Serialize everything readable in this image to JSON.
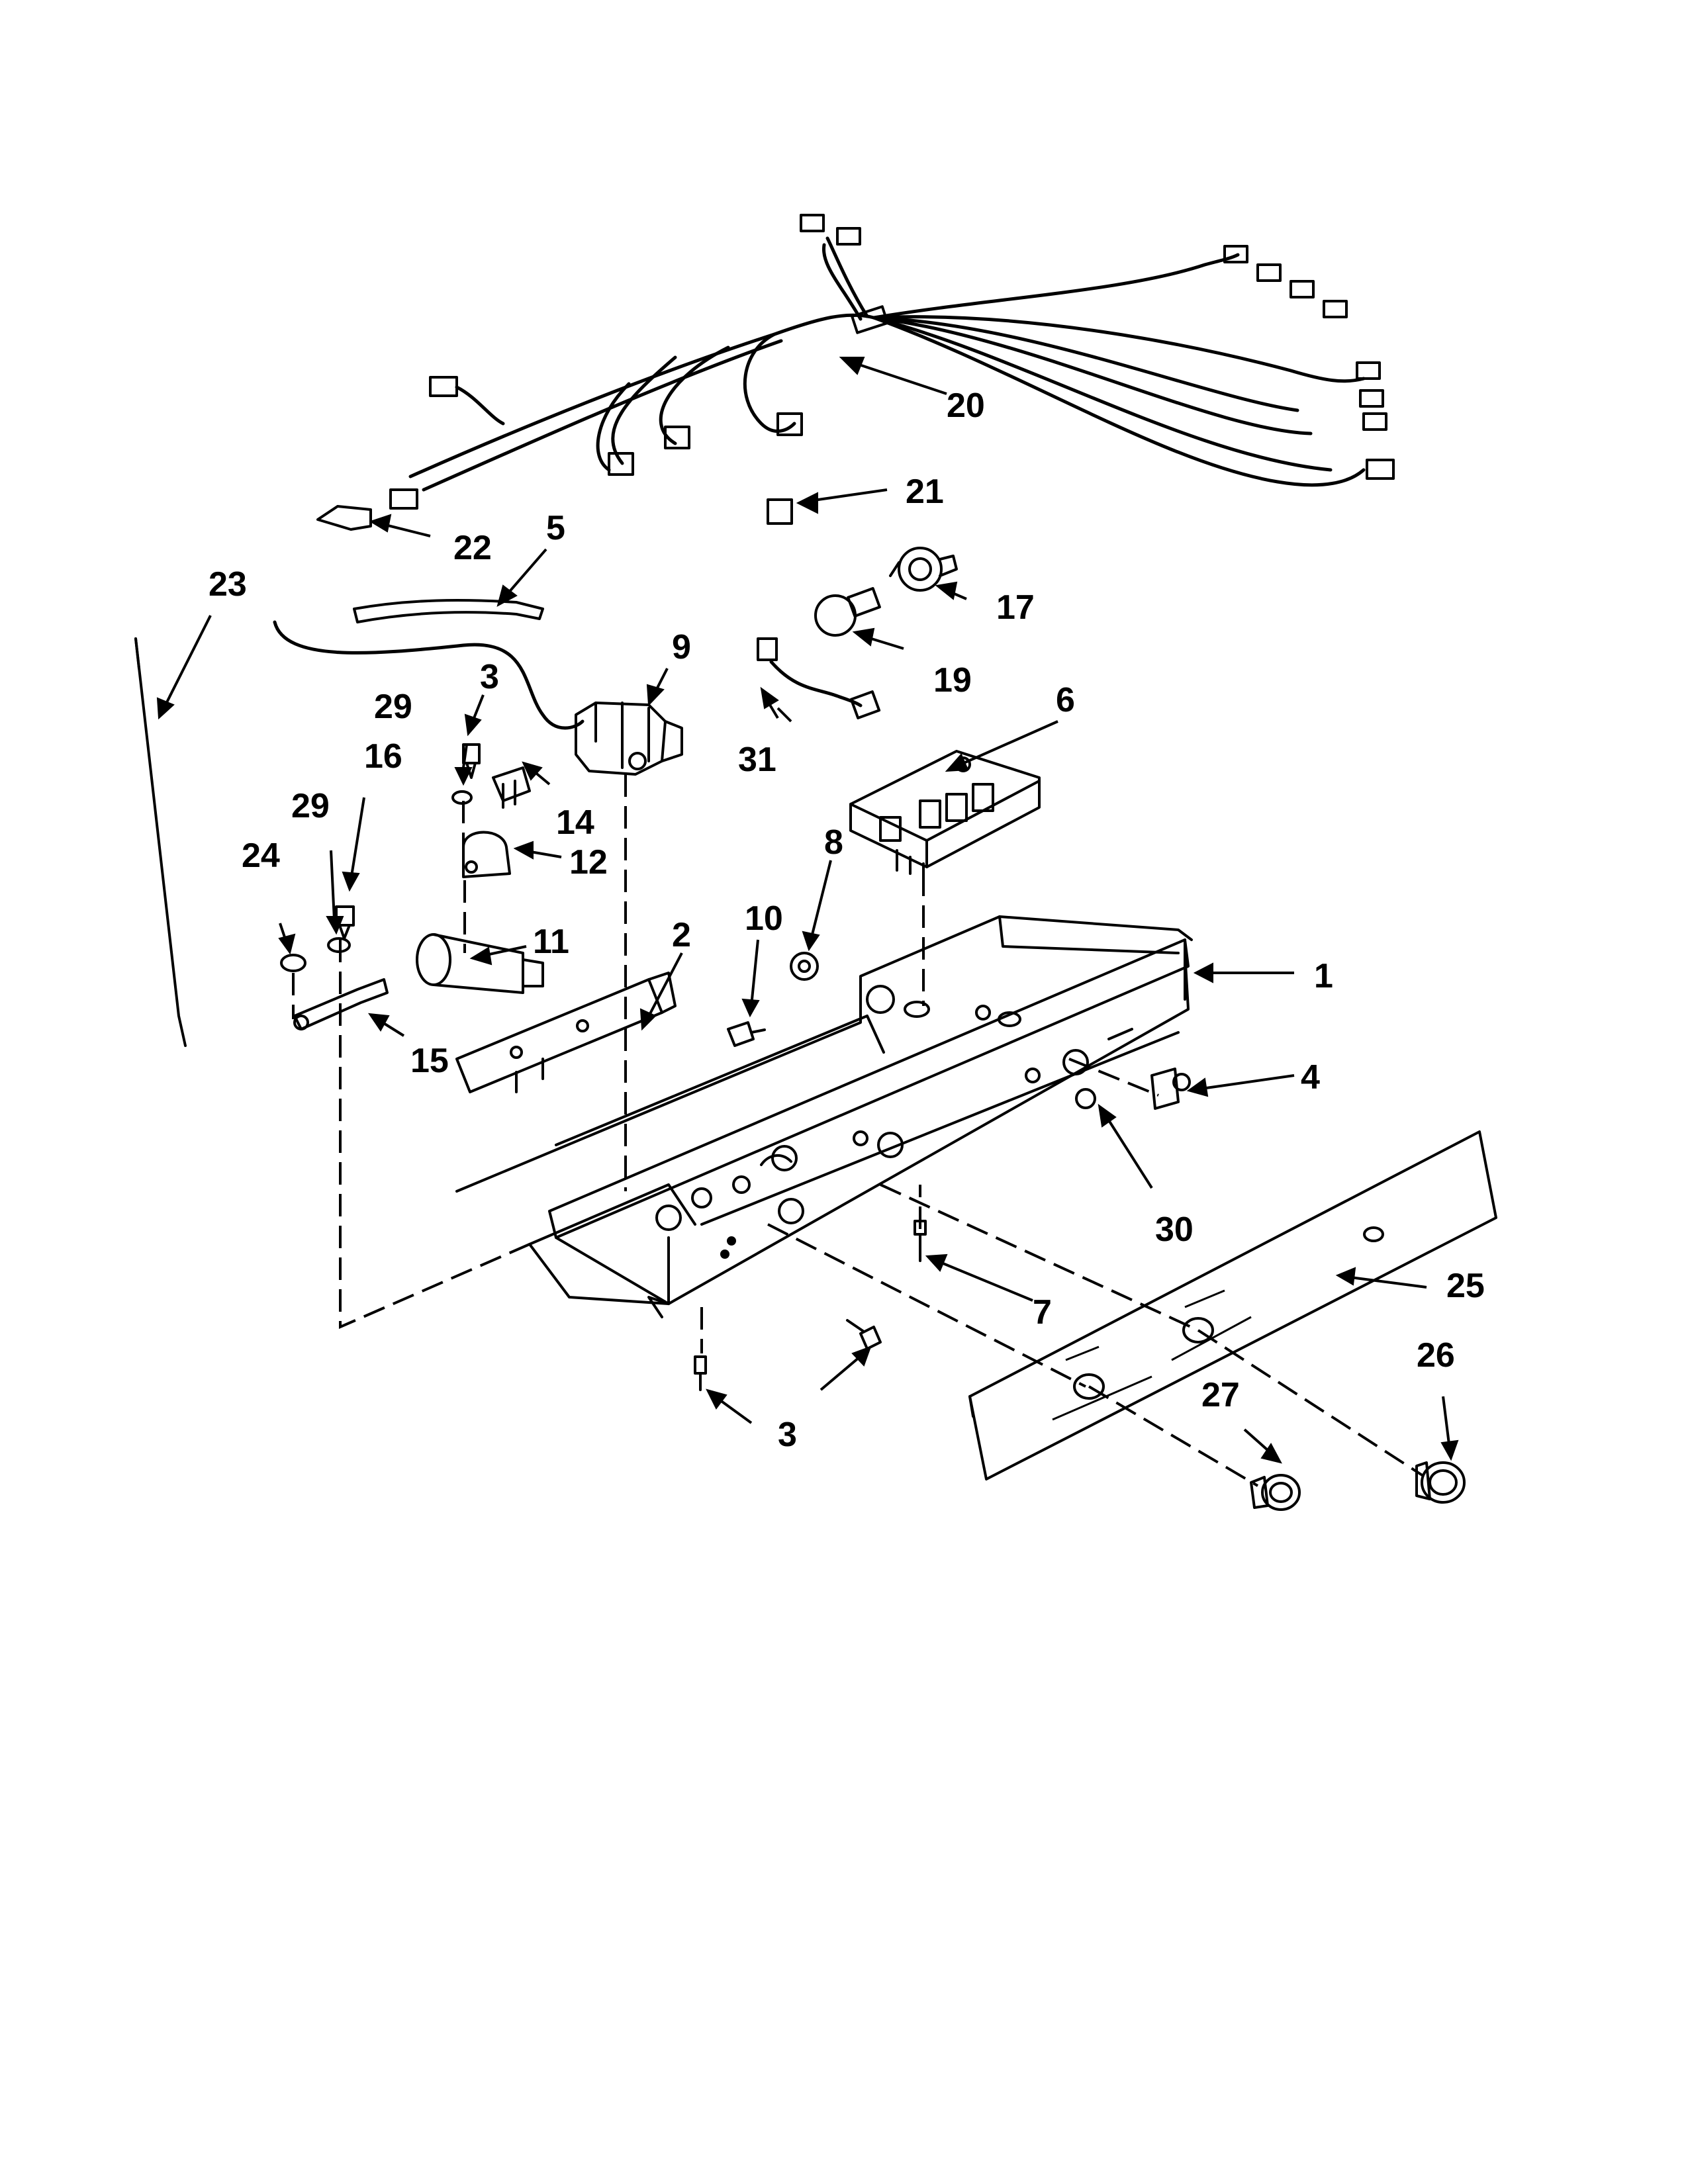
{
  "callouts": {
    "c1": "1",
    "c2": "2",
    "c3a": "3",
    "c3b": "3",
    "c4": "4",
    "c5": "5",
    "c6": "6",
    "c7": "7",
    "c8": "8",
    "c9": "9",
    "c10": "10",
    "c11": "11",
    "c12": "12",
    "c14": "14",
    "c15": "15",
    "c16": "16",
    "c17": "17",
    "c19": "19",
    "c20": "20",
    "c21": "21",
    "c22": "22",
    "c23": "23",
    "c24": "24",
    "c25": "25",
    "c26": "26",
    "c27": "27",
    "c29a": "29",
    "c29b": "29",
    "c30": "30",
    "c31": "31"
  }
}
